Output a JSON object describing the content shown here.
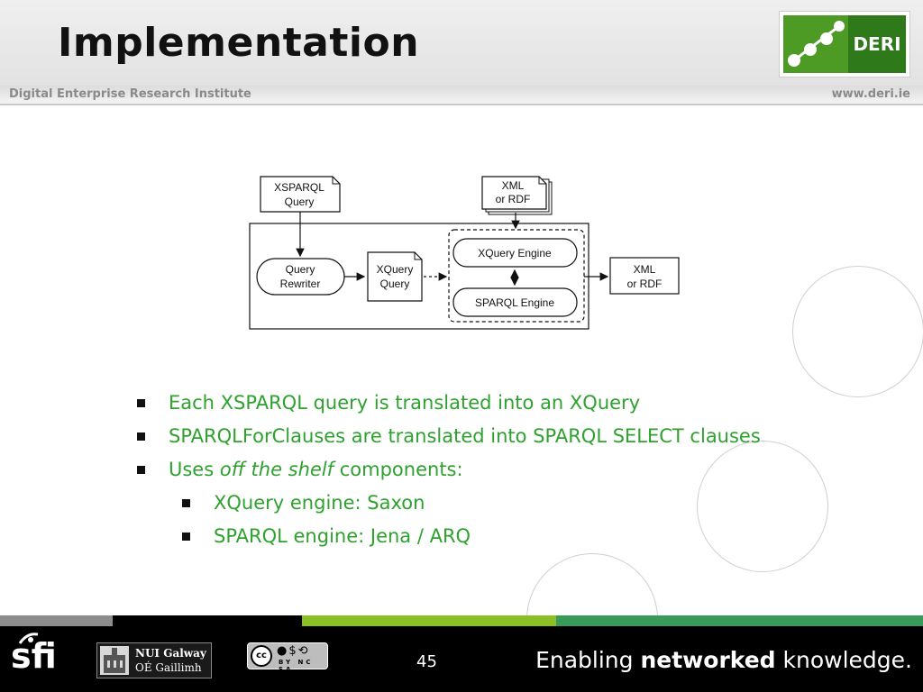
{
  "header": {
    "title": "Implementation",
    "institute": "Digital Enterprise Research Institute",
    "website": "www.deri.ie",
    "logo_text": "DERI"
  },
  "diagram": {
    "xsparql_query_line1": "XSPARQL",
    "xsparql_query_line2": "Query",
    "xml_rdf_in_line1": "XML",
    "xml_rdf_in_line2": "or RDF",
    "query_rewriter_line1": "Query",
    "query_rewriter_line2": "Rewriter",
    "xquery_query_line1": "XQuery",
    "xquery_query_line2": "Query",
    "xquery_engine": "XQuery Engine",
    "sparql_engine": "SPARQL Engine",
    "xml_rdf_out_line1": "XML",
    "xml_rdf_out_line2": "or RDF"
  },
  "bullets": {
    "b1": "Each XSPARQL query is translated into an XQuery",
    "b2": "SPARQLForClauses are translated into SPARQL SELECT clauses",
    "b3_pre": "Uses ",
    "b3_em": "off the shelf",
    "b3_post": " components:",
    "s1": "XQuery engine: Saxon",
    "s2": "SPARQL engine: Jena / ARQ"
  },
  "footer": {
    "sfi": "sfi",
    "nui_line1": "NUI Galway",
    "nui_line2": "OÉ Gaillimh",
    "cc": "cc",
    "cc_labels": "BY NC SA",
    "page_number": "45",
    "tagline_pre": "Enabling ",
    "tagline_bold": "networked",
    "tagline_post": " knowledge."
  },
  "colors": {
    "bullet_text": "#2ea12e",
    "stripe_grey": "#8c8c8c",
    "stripe_lime": "#8cbf26",
    "stripe_green": "#3a9a5a"
  }
}
